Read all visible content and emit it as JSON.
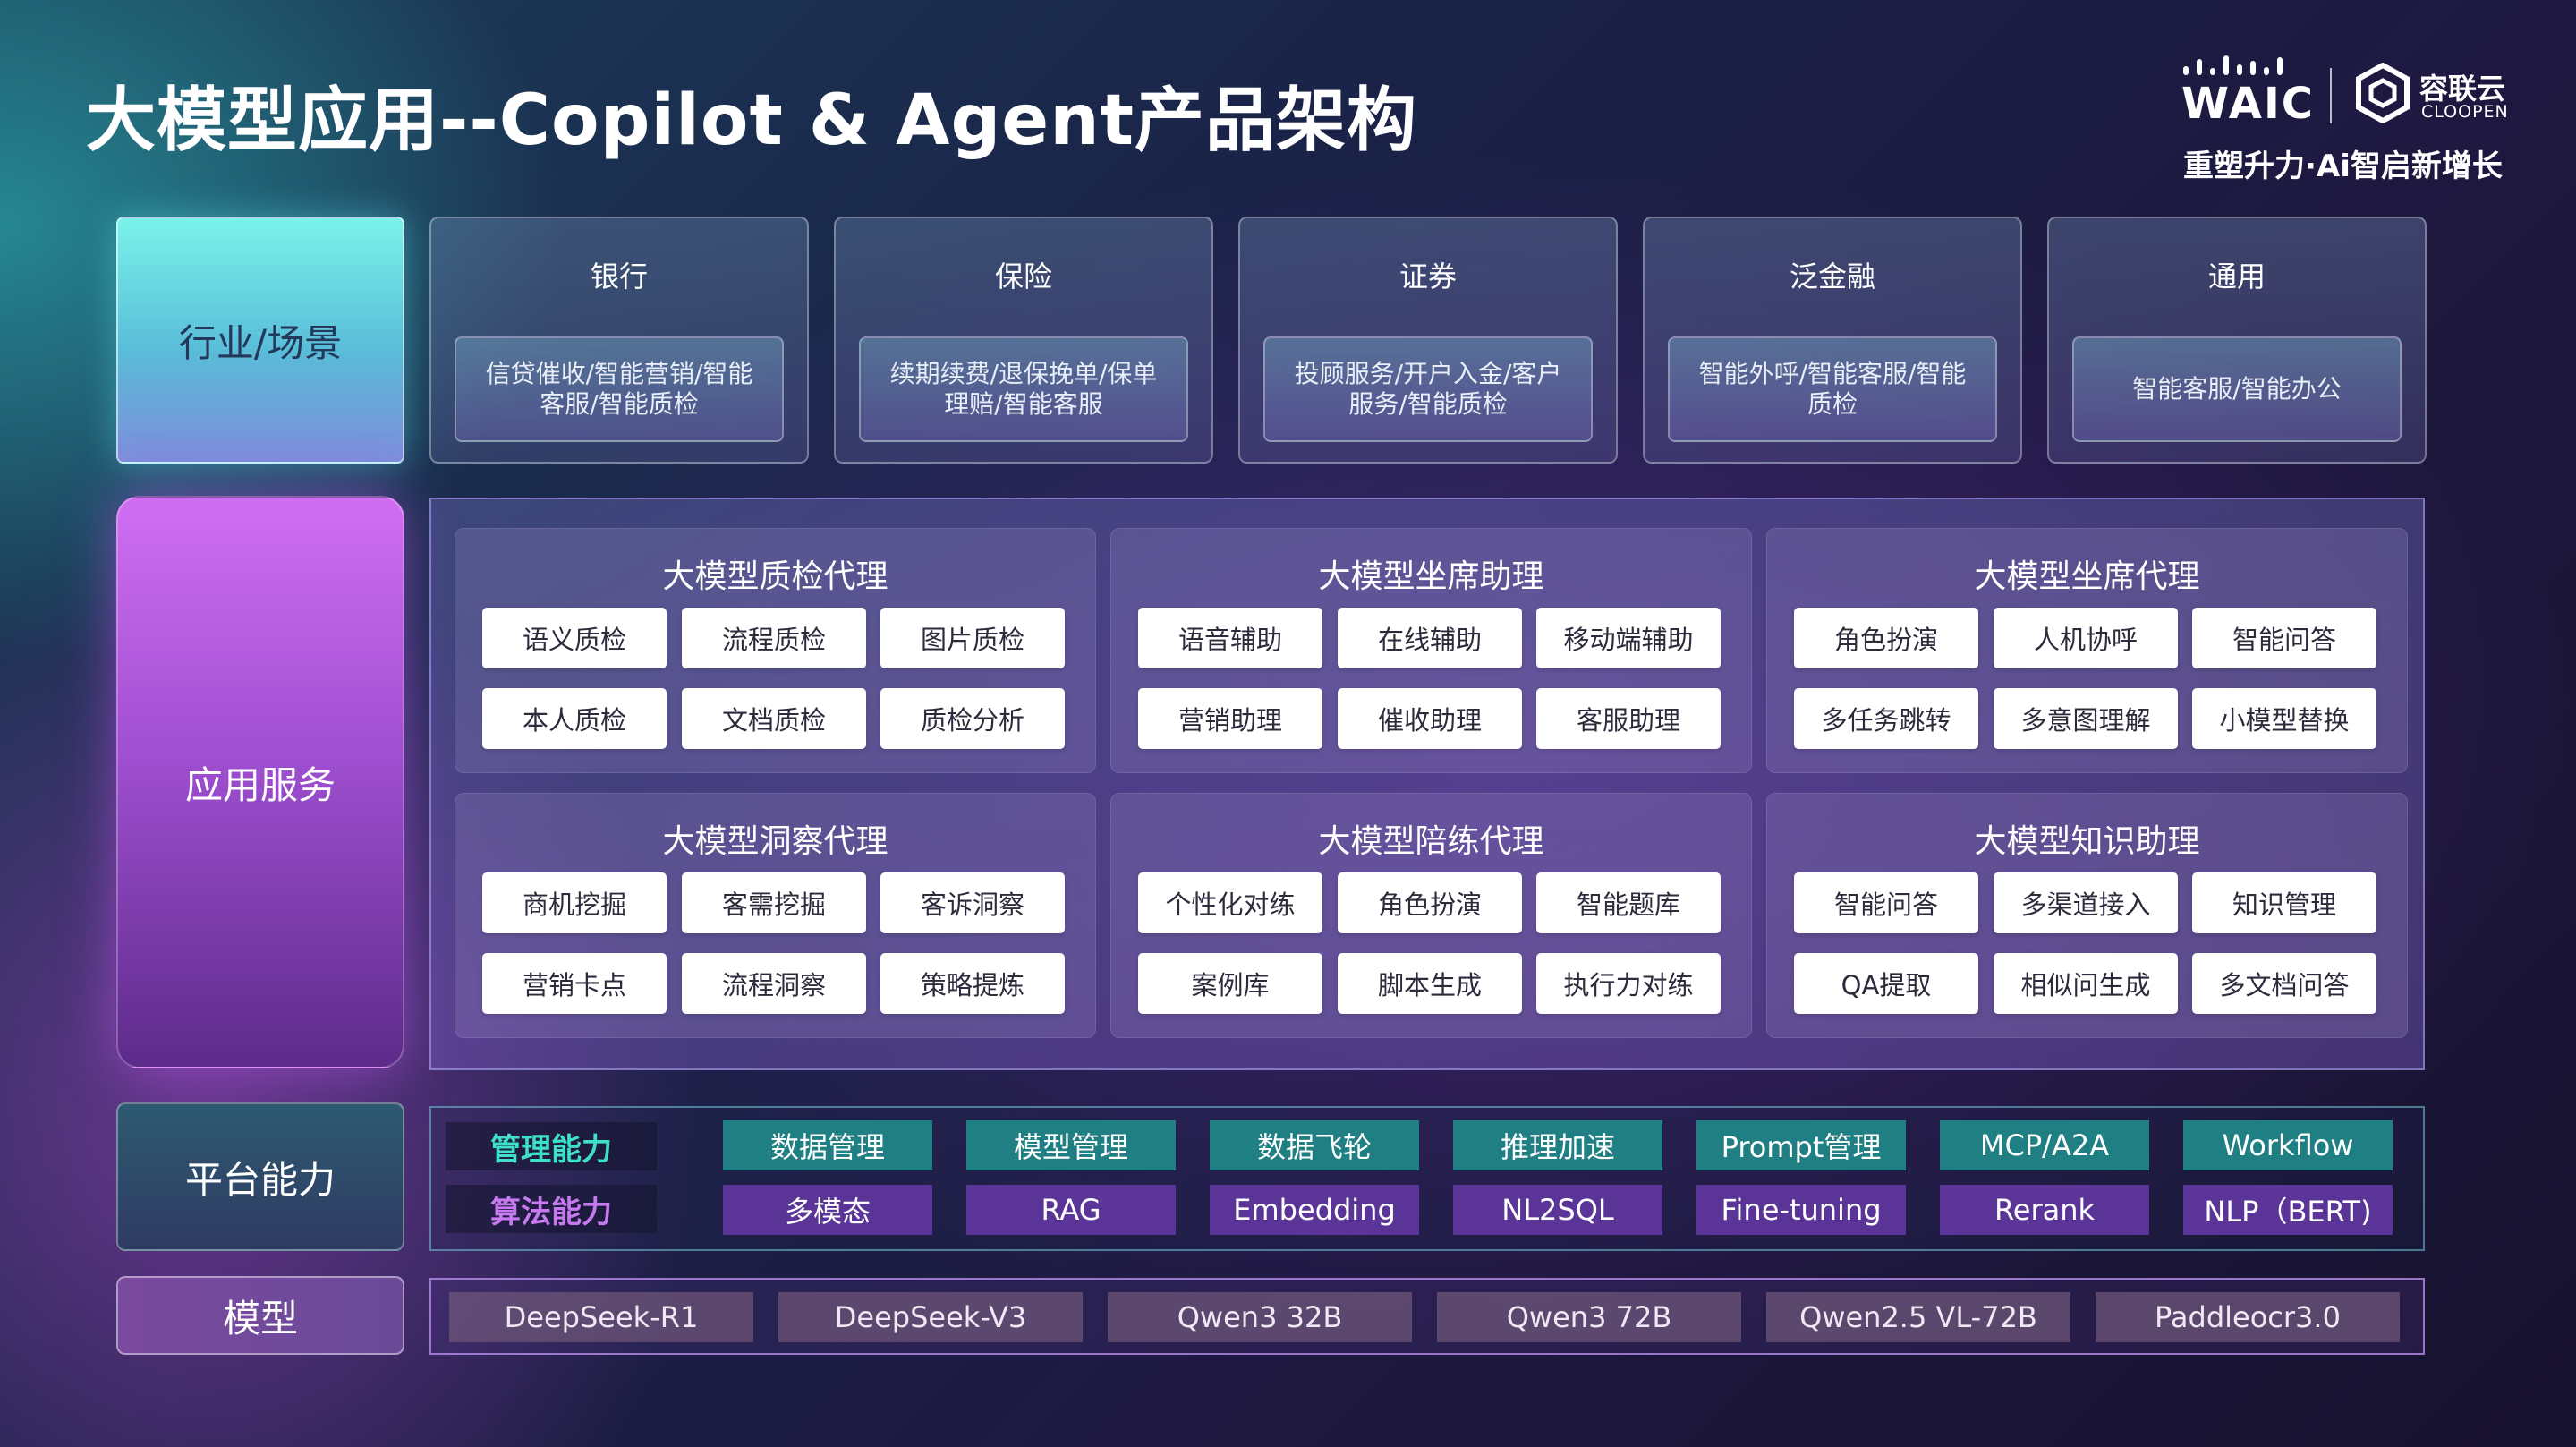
{
  "title": "大模型应用--Copilot & Agent产品架构",
  "logo": {
    "waic": "WAIC",
    "cloopen_cn": "容联云",
    "cloopen_en": "CLOOPEN",
    "slogan": "重塑升力·Ai智启新增长"
  },
  "labels": {
    "industry": "行业/场景",
    "app": "应用服务",
    "platform": "平台能力",
    "model": "模型"
  },
  "industries": [
    {
      "title": "银行",
      "desc": "信贷催收/智能营销/智能客服/智能质检"
    },
    {
      "title": "保险",
      "desc": "续期续费/退保挽单/保单理赔/智能客服"
    },
    {
      "title": "证券",
      "desc": "投顾服务/开户入金/客户服务/智能质检"
    },
    {
      "title": "泛金融",
      "desc": "智能外呼/智能客服/智能质检"
    },
    {
      "title": "通用",
      "desc": "智能客服/智能办公"
    }
  ],
  "services": [
    {
      "title": "大模型质检代理",
      "items": [
        "语义质检",
        "流程质检",
        "图片质检",
        "本人质检",
        "文档质检",
        "质检分析"
      ]
    },
    {
      "title": "大模型坐席助理",
      "items": [
        "语音辅助",
        "在线辅助",
        "移动端辅助",
        "营销助理",
        "催收助理",
        "客服助理"
      ]
    },
    {
      "title": "大模型坐席代理",
      "items": [
        "角色扮演",
        "人机协呼",
        "智能问答",
        "多任务跳转",
        "多意图理解",
        "小模型替换"
      ]
    },
    {
      "title": "大模型洞察代理",
      "items": [
        "商机挖掘",
        "客需挖掘",
        "客诉洞察",
        "营销卡点",
        "流程洞察",
        "策略提炼"
      ]
    },
    {
      "title": "大模型陪练代理",
      "items": [
        "个性化对练",
        "角色扮演",
        "智能题库",
        "案例库",
        "脚本生成",
        "执行力对练"
      ]
    },
    {
      "title": "大模型知识助理",
      "items": [
        "智能问答",
        "多渠道接入",
        "知识管理",
        "QA提取",
        "相似问生成",
        "多文档问答"
      ]
    }
  ],
  "platform": {
    "mgmt_label": "管理能力",
    "algo_label": "算法能力",
    "mgmt": [
      "数据管理",
      "模型管理",
      "数据飞轮",
      "推理加速",
      "Prompt管理",
      "MCP/A2A",
      "Workflow"
    ],
    "algo": [
      "多模态",
      "RAG",
      "Embedding",
      "NL2SQL",
      "Fine-tuning",
      "Rerank",
      "NLP（BERT)"
    ],
    "colors": {
      "mgmt_label": "#3fe0c8",
      "algo_label": "#c77af0"
    }
  },
  "models": [
    "DeepSeek-R1",
    "DeepSeek-V3",
    "Qwen3 32B",
    "Qwen3 72B",
    "Qwen2.5 VL-72B",
    "Paddleocr3.0"
  ]
}
